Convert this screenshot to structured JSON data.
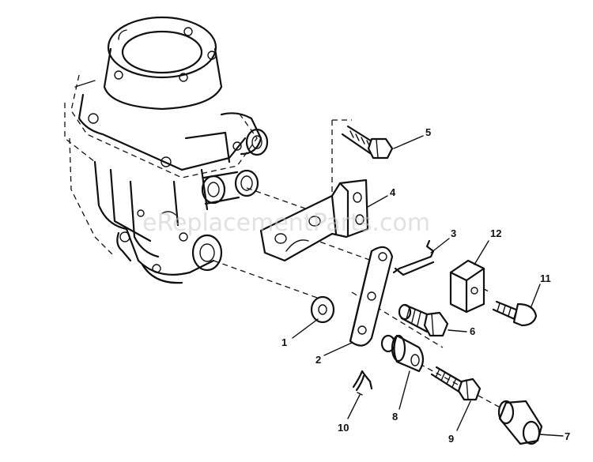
{
  "watermark": "eReplacementParts.com",
  "callouts": [
    {
      "id": "1",
      "label": "1"
    },
    {
      "id": "2",
      "label": "2"
    },
    {
      "id": "3",
      "label": "3"
    },
    {
      "id": "4",
      "label": "4"
    },
    {
      "id": "5",
      "label": "5"
    },
    {
      "id": "6",
      "label": "6"
    },
    {
      "id": "7",
      "label": "7"
    },
    {
      "id": "8",
      "label": "8"
    },
    {
      "id": "9",
      "label": "9"
    },
    {
      "id": "10",
      "label": "10"
    },
    {
      "id": "11",
      "label": "11"
    },
    {
      "id": "12",
      "label": "12"
    }
  ],
  "colors": {
    "ink": "#111111",
    "background": "#ffffff",
    "watermark": "#c9c9c9"
  }
}
